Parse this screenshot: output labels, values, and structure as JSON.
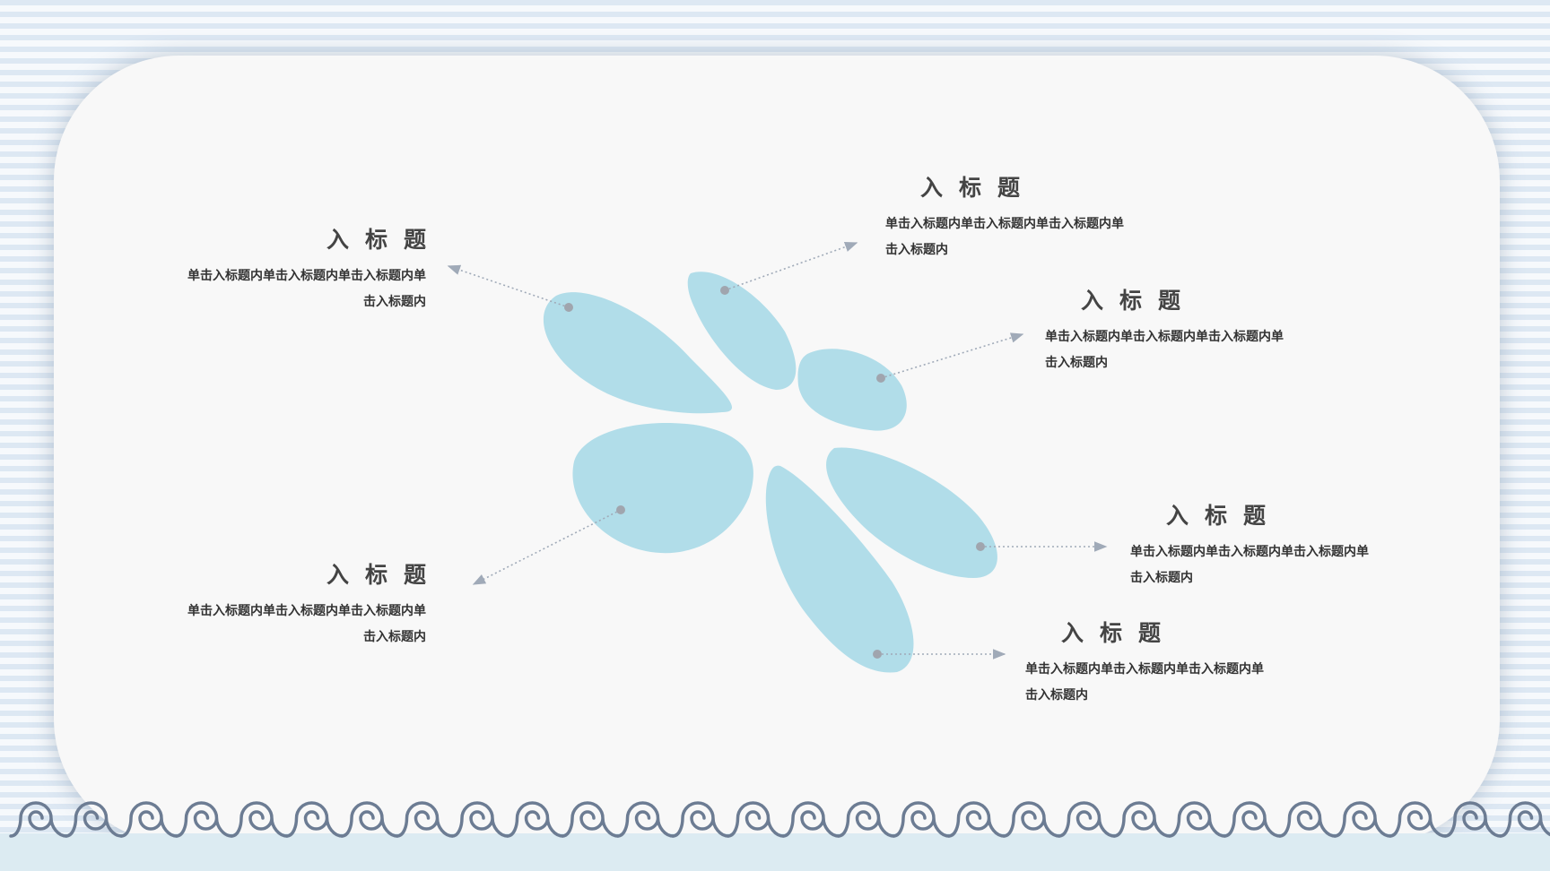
{
  "colors": {
    "petal": "#b1dde9",
    "connector": "#a0aab8",
    "dot": "#a0a5ae",
    "wave_stroke": "#6c7c93",
    "card": "#f8f8f8"
  },
  "items": [
    {
      "title": "入标题",
      "body_line1": "单击入标题内单击入标题内单击入标题内单",
      "body_line2": "击入标题内"
    },
    {
      "title": "入标题",
      "body_line1": "单击入标题内单击入标题内单击入标题内单",
      "body_line2": "击入标题内"
    },
    {
      "title": "入标题",
      "body_line1": "单击入标题内单击入标题内单击入标题内单",
      "body_line2": "击入标题内"
    },
    {
      "title": "入标题",
      "body_line1": "单击入标题内单击入标题内单击入标题内单",
      "body_line2": "击入标题内"
    },
    {
      "title": "入标题",
      "body_line1": "单击入标题内单击入标题内单击入标题内单",
      "body_line2": "击入标题内"
    },
    {
      "title": "入标题",
      "body_line1": "单击入标题内单击入标题内单击入标题内单",
      "body_line2": "击入标题内"
    }
  ]
}
